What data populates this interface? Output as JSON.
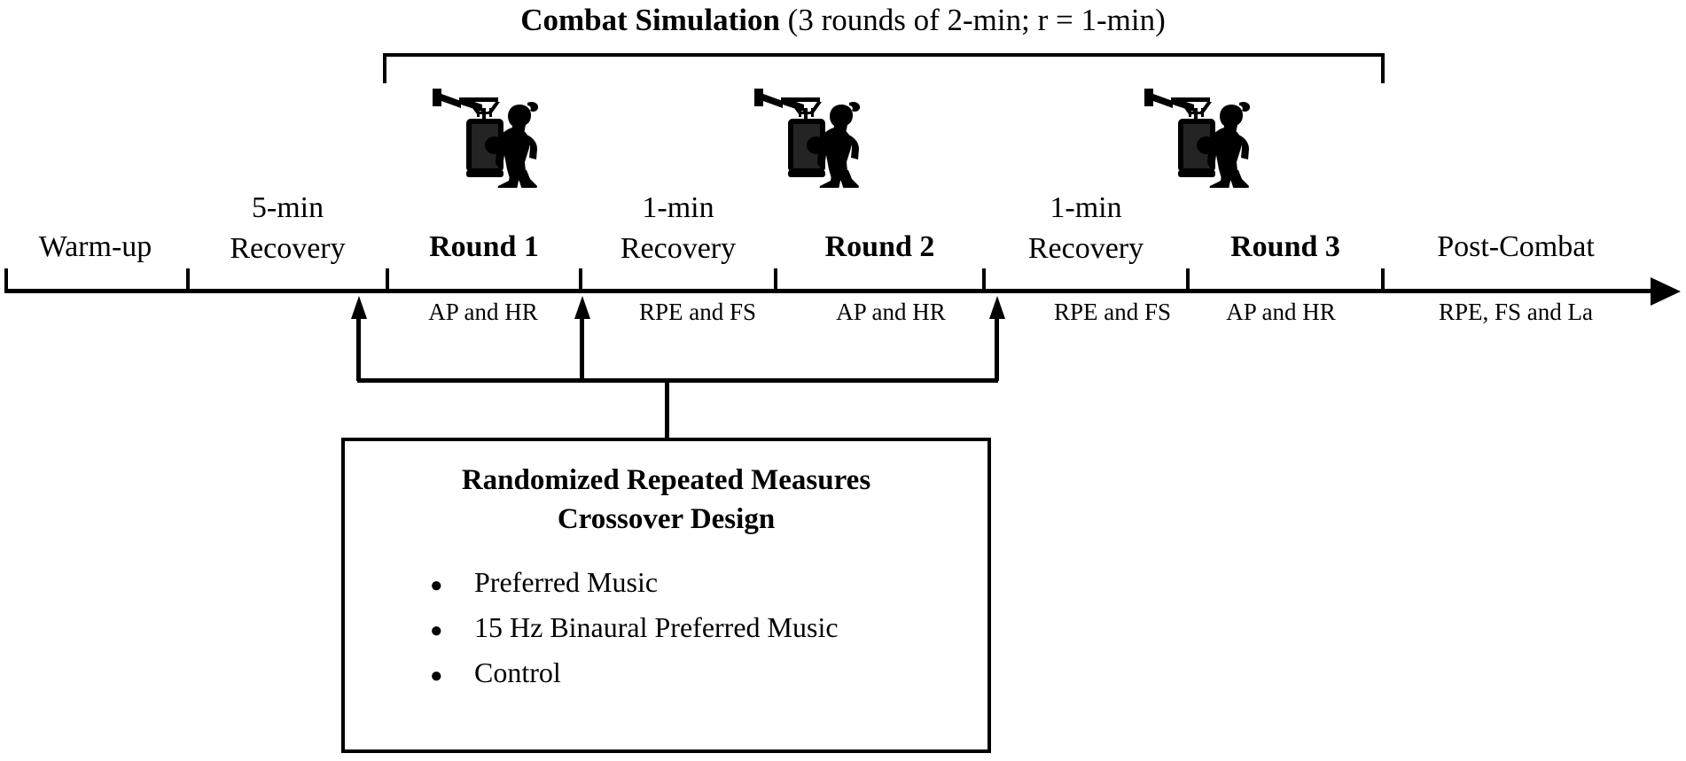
{
  "figure": {
    "title_bold": "Combat Simulation",
    "title_rest": " (3 rounds of 2-min; r = 1-min)",
    "timeline_arrow_icon": "arrow-right-icon"
  },
  "timeline": {
    "phases": [
      {
        "id": "warm-up",
        "line1": "",
        "line2": "Warm-up",
        "bold": false
      },
      {
        "id": "recovery-5min",
        "line1": "5-min",
        "line2": "Recovery",
        "bold": false
      },
      {
        "id": "round-1",
        "line1": "",
        "line2": "Round 1",
        "bold": true
      },
      {
        "id": "recovery-1min-a",
        "line1": "1-min",
        "line2": "Recovery",
        "bold": false
      },
      {
        "id": "round-2",
        "line1": "",
        "line2": "Round 2",
        "bold": true
      },
      {
        "id": "recovery-1min-b",
        "line1": "1-min",
        "line2": "Recovery",
        "bold": false
      },
      {
        "id": "round-3",
        "line1": "",
        "line2": "Round 3",
        "bold": true
      },
      {
        "id": "post-combat",
        "line1": "",
        "line2": "Post-Combat",
        "bold": false
      }
    ],
    "measures": [
      {
        "id": "measure-round-1",
        "label": "AP and HR"
      },
      {
        "id": "measure-recovery-1",
        "label": "RPE and FS"
      },
      {
        "id": "measure-round-2",
        "label": "AP and HR"
      },
      {
        "id": "measure-recovery-2",
        "label": "RPE and FS"
      },
      {
        "id": "measure-round-3",
        "label": "AP and HR"
      },
      {
        "id": "measure-post",
        "label": "RPE, FS and La"
      }
    ],
    "boxer_icons": [
      "boxer-punching-bag-icon",
      "boxer-punching-bag-icon",
      "boxer-punching-bag-icon"
    ]
  },
  "design_box": {
    "title_line1": "Randomized Repeated Measures",
    "title_line2": "Crossover Design",
    "bullet_glyph": "●",
    "conditions": [
      "Preferred Music",
      "15 Hz Binaural Preferred Music",
      "Control"
    ]
  },
  "colors": {
    "ink": "#000000",
    "background": "#ffffff"
  }
}
